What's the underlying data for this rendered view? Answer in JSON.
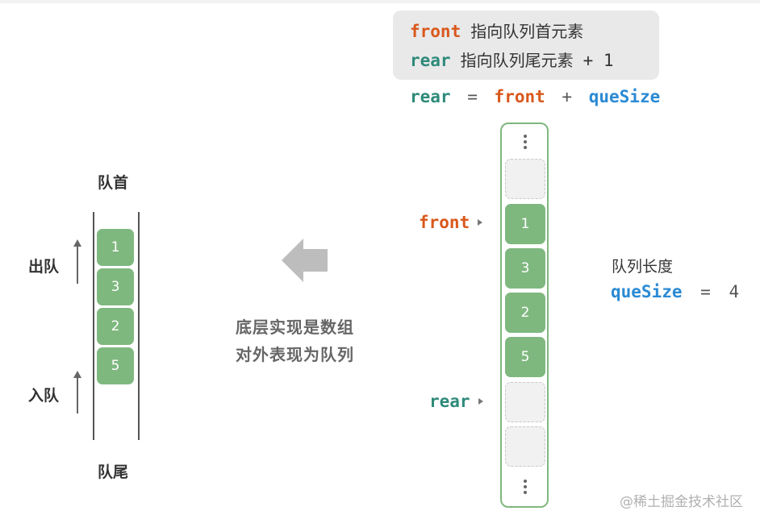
{
  "legend": {
    "front_keyword": "front",
    "front_desc": "指向队列首元素",
    "rear_keyword": "rear",
    "rear_desc": "指向队列尾元素",
    "rear_plus": "+ 1"
  },
  "formula": {
    "lhs": "rear",
    "eq": "=",
    "front": "front",
    "plus": "+",
    "qs": "queSize"
  },
  "left_queue": {
    "head_label": "队首",
    "tail_label": "队尾",
    "dequeue_label": "出队",
    "enqueue_label": "入队",
    "items": [
      "1",
      "3",
      "2",
      "5"
    ]
  },
  "middle": {
    "line1": "底层实现是数组",
    "line2": "对外表现为队列"
  },
  "array": {
    "front_pointer": "front",
    "rear_pointer": "rear",
    "slots": [
      "",
      "1",
      "3",
      "2",
      "5",
      "",
      ""
    ]
  },
  "size": {
    "label": "队列长度",
    "var": "queSize",
    "eq": "=",
    "value": "4"
  },
  "watermark": "@稀土掘金技术社区",
  "colors": {
    "front": "#d9581c",
    "rear": "#2e8a7a",
    "queSize": "#2a8ad4",
    "cell_fill": "#7fb87f",
    "legend_bg": "#e9e9e9"
  }
}
